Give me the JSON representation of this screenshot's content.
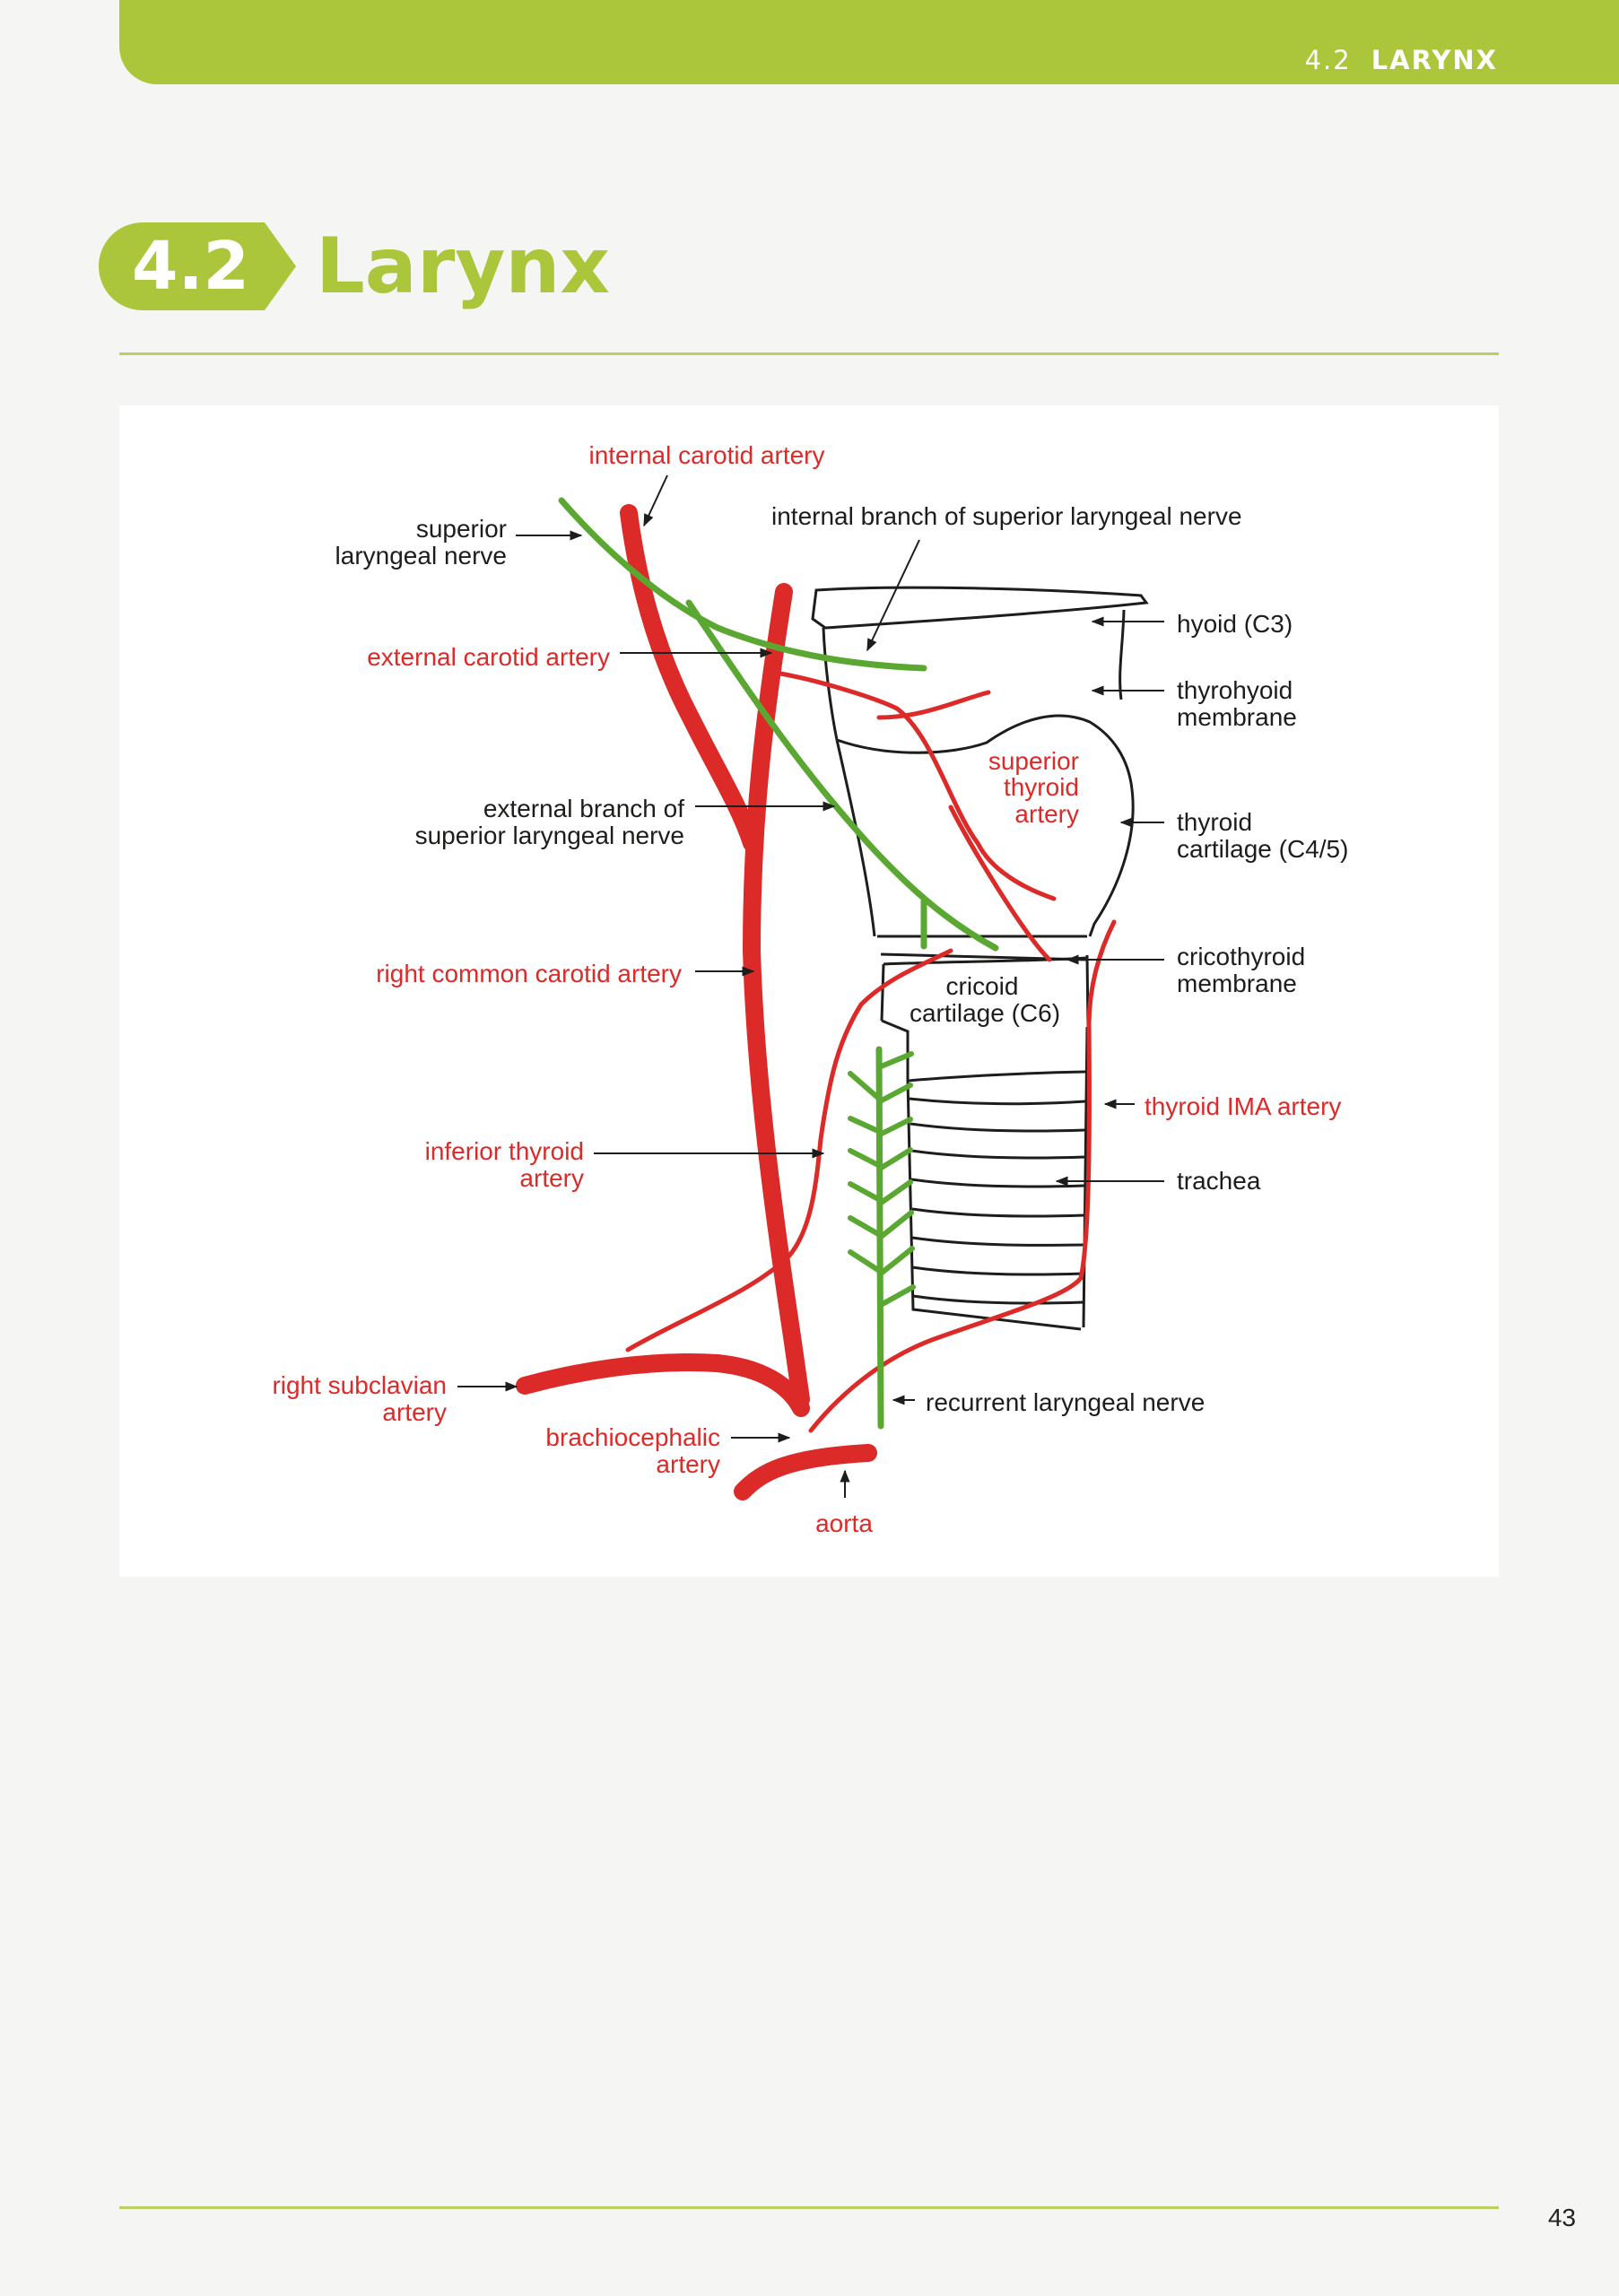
{
  "header": {
    "section_number": "4.2",
    "section_name": "LARYNX"
  },
  "title": {
    "number": "4.2",
    "text": "Larynx"
  },
  "colors": {
    "accent_green": "#abc63a",
    "artery_red": "#dc2a28",
    "nerve_green": "#5aa832",
    "outline_black": "#1d1d1b"
  },
  "figure": {
    "labels": {
      "internal_carotid_artery": "internal carotid artery",
      "superior_laryngeal_nerve_1": "superior",
      "superior_laryngeal_nerve_2": "laryngeal nerve",
      "internal_branch": "internal branch of superior laryngeal nerve",
      "hyoid": "hyoid (C3)",
      "external_carotid_artery": "external carotid artery",
      "thyrohyoid_1": "thyrohyoid",
      "thyrohyoid_2": "membrane",
      "superior_thyroid_1": "superior",
      "superior_thyroid_2": "thyroid",
      "superior_thyroid_3": "artery",
      "external_branch_1": "external branch of",
      "external_branch_2": "superior laryngeal nerve",
      "thyroid_cartilage_1": "thyroid",
      "thyroid_cartilage_2": "cartilage (C4/5)",
      "right_common_carotid": "right common carotid artery",
      "cricoid_1": "cricoid",
      "cricoid_2": "cartilage (C6)",
      "cricothyroid_1": "cricothyroid",
      "cricothyroid_2": "membrane",
      "thyroid_ima": "thyroid IMA artery",
      "inferior_thyroid_1": "inferior thyroid",
      "inferior_thyroid_2": "artery",
      "trachea": "trachea",
      "right_subclavian_1": "right subclavian",
      "right_subclavian_2": "artery",
      "recurrent_laryngeal": "recurrent laryngeal nerve",
      "brachiocephalic_1": "brachiocephalic",
      "brachiocephalic_2": "artery",
      "aorta": "aorta"
    }
  },
  "footer": {
    "page_number": "43"
  }
}
